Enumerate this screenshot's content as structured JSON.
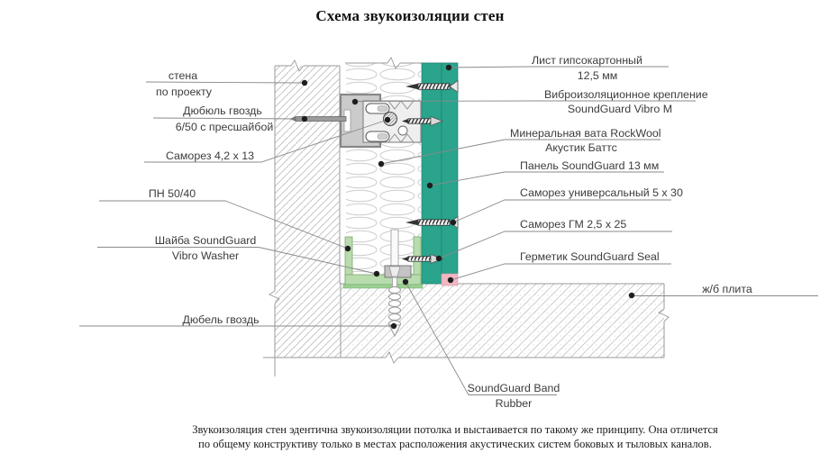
{
  "title": "Схема звукоизоляции стен",
  "labels": {
    "wall": {
      "line1": "стена",
      "line2": "по проекту"
    },
    "dowel_nail_press": {
      "line1": "Дюбюль гвоздь",
      "line2": "6/50 с пресшайбой"
    },
    "screw_4_2x13": "Саморез 4,2 х 13",
    "pn_profile": "ПН 50/40",
    "vibro_washer": {
      "line1": "Шайба SoundGuard",
      "line2": "Vibro Washer"
    },
    "dowel_nail": "Дюбель гвоздь",
    "gypsum_sheet": {
      "line1": "Лист гипсокартонный",
      "line2": "12,5 мм"
    },
    "vibro_mount": {
      "line1": "Виброизоляционное крепление",
      "line2": "SoundGuard Vibro M"
    },
    "mineral_wool": {
      "line1": "Минеральная вата RockWool",
      "line2": "Акустик Баттс"
    },
    "soundguard_panel": "Панель SoundGuard 13 мм",
    "screw_universal": "Саморез универсальный 5 х 30",
    "screw_gm": "Саморез ГМ 2,5 х 25",
    "sealant": "Герметик SoundGuard Seal",
    "concrete_slab": "ж/б плита",
    "band_rubber": {
      "line1": "SoundGuard Band",
      "line2": "Rubber"
    }
  },
  "footer": {
    "line1": "Звукоизоляция стен эдентична звукоизоляции потолка и выстаивается по такому же принципу. Она отличется",
    "line2": "по общему конструктиву только в местах расположения акустических систем боковых и тыловых каналов."
  },
  "colors": {
    "panel_teal": "#2aa48c",
    "profile_green": "#b9dcae",
    "band_rubber_green": "#9ccf92",
    "sealant_pink": "#f2b6c3",
    "bracket_grey": "#cbcbcb"
  }
}
